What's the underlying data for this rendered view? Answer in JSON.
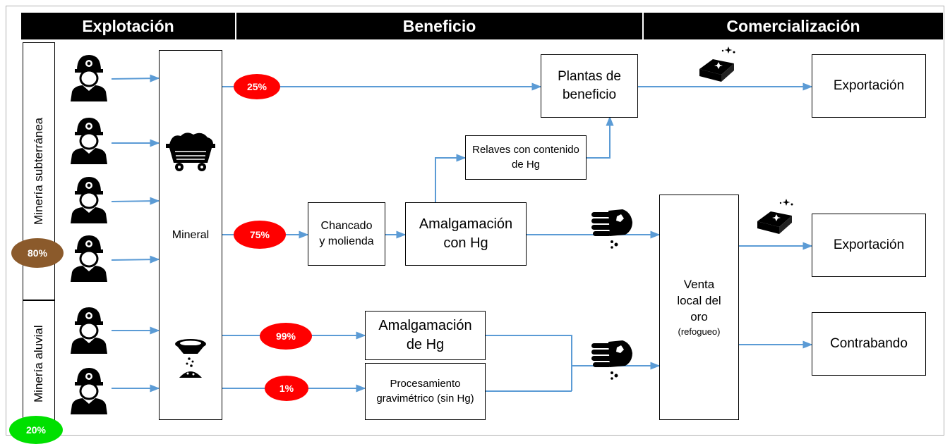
{
  "headers": {
    "explotacion": "Explotación",
    "beneficio": "Beneficio",
    "comercializacion": "Comercialización"
  },
  "side": {
    "subterranea": "Minería subterránea",
    "aluvial": "Minería aluvial",
    "pct_subterranea": "80%",
    "pct_aluvial": "20%"
  },
  "nodes": {
    "mineral": "Mineral",
    "plantas": "Plantas de beneficio",
    "relaves": "Relaves con contenido de Hg",
    "chancado": "Chancado y molienda",
    "amalgamacion_con": "Amalgamación con Hg",
    "amalgamacion_de": "Amalgamación de Hg",
    "gravimetrico": "Procesamiento gravimétrico (sin Hg)",
    "venta": "Venta local del oro",
    "refogueo": "(refogueo)",
    "export1": "Exportación",
    "export2": "Exportación",
    "contrabando": "Contrabando"
  },
  "percentages": {
    "p25": "25%",
    "p75": "75%",
    "p99": "99%",
    "p1": "1%"
  },
  "colors": {
    "arrow": "#5b9bd5",
    "badge_red": "#ff0000",
    "badge_brown": "#8b5a2b",
    "badge_green": "#00e000",
    "header_bg": "#000000"
  },
  "icons": [
    "miner-icon",
    "mine-cart-icon",
    "gold-pan-icon",
    "gold-bar-icon",
    "hand-gold-icon"
  ]
}
